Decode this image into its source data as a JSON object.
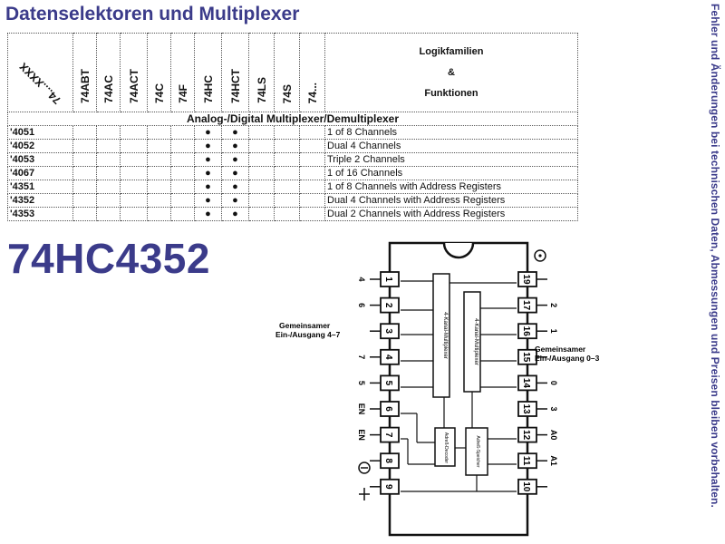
{
  "title": "Datenselektoren und Multiplexer",
  "side_note": "Fehler und Änderungen bei technischen Daten, Abmessungen und Preisen bleiben vorbehalten.",
  "part_number": "74HC4352",
  "table": {
    "first_header": "74....XXXX",
    "family_headers": [
      "74ABT",
      "74AC",
      "74ACT",
      "74C",
      "74F",
      "74HC",
      "74HCT",
      "74LS",
      "74S",
      "74..."
    ],
    "logik_line1": "Logikfamilien",
    "logik_line2": "&",
    "logik_line3": "Funktionen",
    "section": "Analog-/Digital Multiplexer/Demultiplexer",
    "dot_symbol": "●",
    "rows": [
      {
        "part": "'4051",
        "function": "1 of 8 Channels"
      },
      {
        "part": "'4052",
        "function": "Dual 4 Channels"
      },
      {
        "part": "'4053",
        "function": "Triple 2 Channels"
      },
      {
        "part": "'4067",
        "function": "1 of 16 Channels"
      },
      {
        "part": "'4351",
        "function": "1 of 8 Channels with Address Registers"
      },
      {
        "part": "'4352",
        "function": "Dual 4 Channels with Address Registers"
      },
      {
        "part": "'4353",
        "function": "Dual 2 Channels with Address Registers"
      }
    ],
    "dot_columns": [
      "74HC",
      "74HCT"
    ]
  },
  "diagram": {
    "left_pin_labels": [
      "4",
      "6",
      "",
      "7",
      "5",
      "EN",
      "EN",
      "",
      ""
    ],
    "left_pin_numbers": [
      "1",
      "2",
      "3",
      "4",
      "5",
      "6",
      "7",
      "8",
      "9"
    ],
    "right_pin_numbers": [
      "19",
      "17",
      "16",
      "15",
      "14",
      "13",
      "12",
      "11",
      "10"
    ],
    "right_pin_labels": [
      "",
      "2",
      "1",
      "",
      "0",
      "3",
      "A0",
      "A1",
      ""
    ],
    "left_common_line1": "Gemeinsamer",
    "left_common_line2": "Ein-/Ausgang 4–7",
    "right_common_line1": "Gemeinsamer",
    "right_common_line2": "Ein-/Ausgang 0–3",
    "mux_left_label": "4-Kanal-Multiplexer",
    "mux_right_label": "4-Kanal-Multiplexer",
    "addr_left_label": "Adreß-Decoder",
    "addr_right_label": "Adreß-Speicher"
  }
}
